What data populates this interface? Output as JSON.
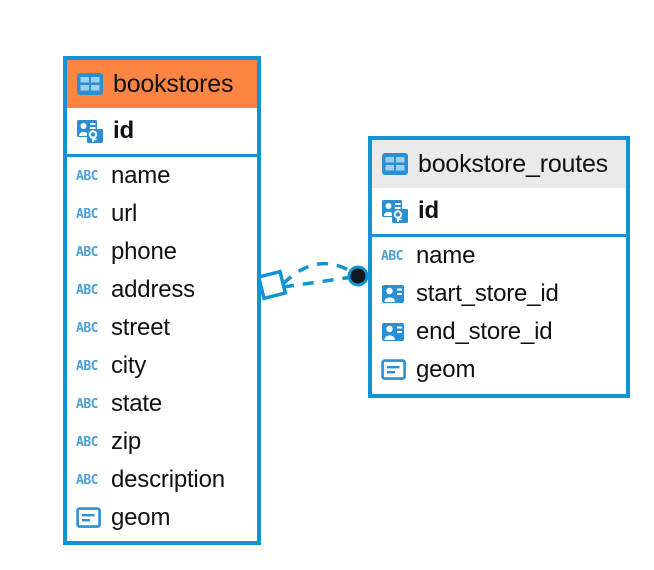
{
  "diagram": {
    "type": "entity-relationship-diagram",
    "background_color": "#ffffff",
    "accent_color": "#1293d4",
    "highlight_color": "#fc8543",
    "header_gray": "#eaeaea"
  },
  "entities": [
    {
      "name": "bookstores",
      "header_style": "accent-orange",
      "table_icon": "table-grid-icon",
      "fields": [
        {
          "label": "id",
          "icon": "primary-key-icon",
          "bold": true
        },
        {
          "label": "name",
          "icon": "abc-text-icon",
          "bold": false
        },
        {
          "label": "url",
          "icon": "abc-text-icon",
          "bold": false
        },
        {
          "label": "phone",
          "icon": "abc-text-icon",
          "bold": false
        },
        {
          "label": "address",
          "icon": "abc-text-icon",
          "bold": false
        },
        {
          "label": "street",
          "icon": "abc-text-icon",
          "bold": false
        },
        {
          "label": "city",
          "icon": "abc-text-icon",
          "bold": false
        },
        {
          "label": "state",
          "icon": "abc-text-icon",
          "bold": false
        },
        {
          "label": "zip",
          "icon": "abc-text-icon",
          "bold": false
        },
        {
          "label": "description",
          "icon": "abc-text-icon",
          "bold": false
        },
        {
          "label": "geom",
          "icon": "geometry-icon",
          "bold": false
        }
      ]
    },
    {
      "name": "bookstore_routes",
      "header_style": "accent-gray",
      "table_icon": "table-grid-icon",
      "fields": [
        {
          "label": "id",
          "icon": "primary-key-icon",
          "bold": true
        },
        {
          "label": "name",
          "icon": "abc-text-icon",
          "bold": false
        },
        {
          "label": "start_store_id",
          "icon": "foreign-key-icon",
          "bold": false
        },
        {
          "label": "end_store_id",
          "icon": "foreign-key-icon",
          "bold": false
        },
        {
          "label": "geom",
          "icon": "geometry-icon",
          "bold": false
        }
      ]
    }
  ],
  "relationship": {
    "name": "bookstores-to-bookstore-routes-relationship",
    "line_style": "dashed",
    "line_color": "#1293d4",
    "source_marker": "diamond-outline",
    "target_marker": "filled-circle",
    "target_marker_color": "#101820"
  },
  "icons": {
    "abc_label": "ABC"
  }
}
